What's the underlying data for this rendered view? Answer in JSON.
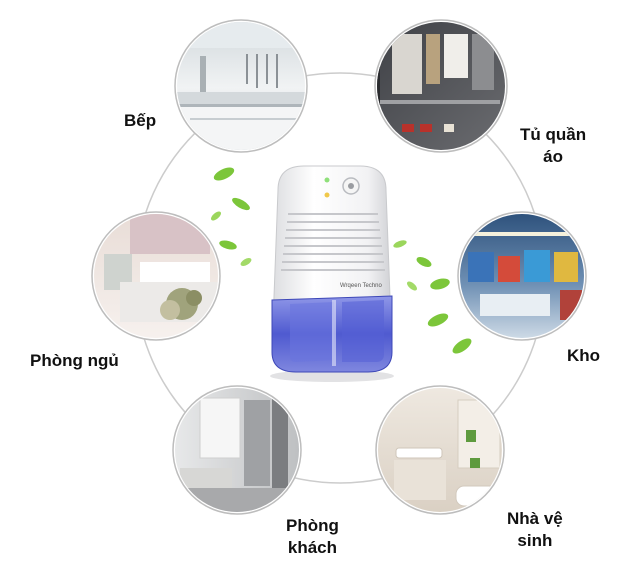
{
  "labels": {
    "kitchen": "Bếp",
    "wardrobe_line1": "Tủ quần",
    "wardrobe_line2": "áo",
    "bedroom": "Phòng ngủ",
    "storage": "Kho",
    "living_line1": "Phòng",
    "living_line2": "khách",
    "bathroom_line1": "Nhà vệ",
    "bathroom_line2": "sinh"
  },
  "device": {
    "brand_text": "Wrqeen Techno"
  },
  "colors": {
    "ring": "#c8c8c8",
    "tank_blue": "#4a55c9",
    "leaf_green": "#7cc63a",
    "label_text": "#111111"
  }
}
